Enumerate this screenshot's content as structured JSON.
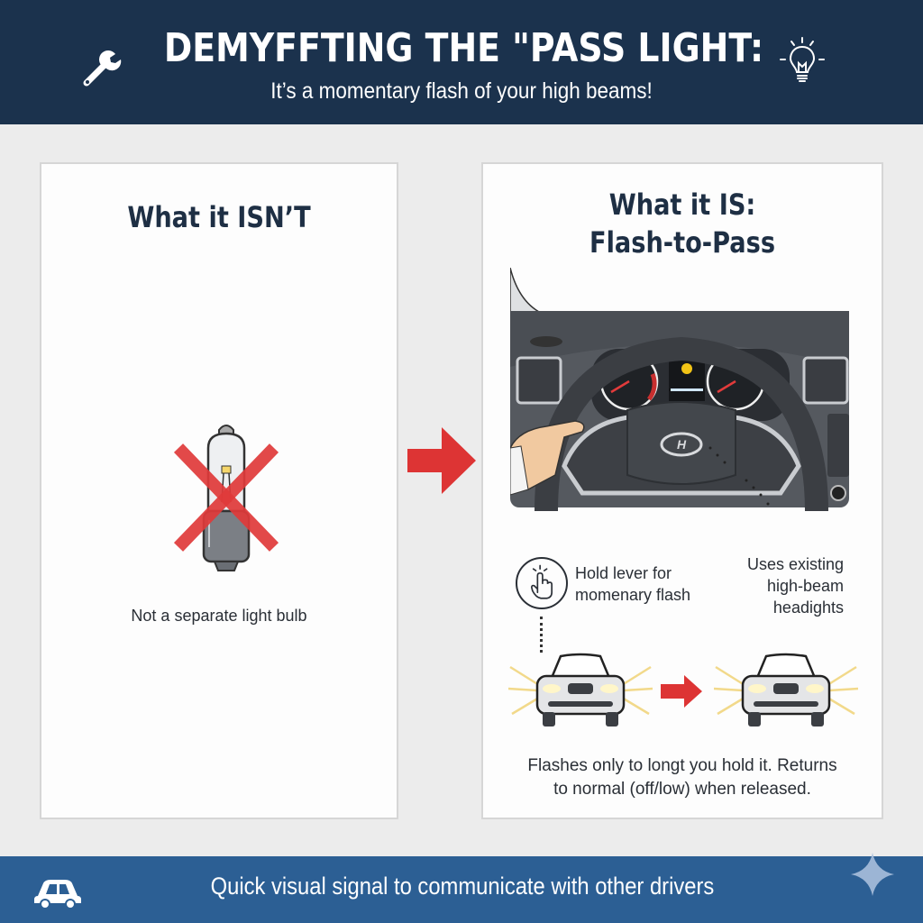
{
  "header": {
    "title": "DEMYFFTING THE \"PASS LIGHT:",
    "subtitle": "It’s a momentary flash of your high beams!",
    "left_icon": "wrench-icon",
    "right_icon": "lightbulb-idea-icon",
    "background": "#1b324d"
  },
  "left_panel": {
    "title": "What it ISN’T",
    "illustration": "crossed-out-light-bulb",
    "caption": "Not a separate light bulb",
    "cross_color": "#e03a3a"
  },
  "transition_arrow": {
    "icon": "right-arrow-icon",
    "color": "#dd3434"
  },
  "right_panel": {
    "title_line1": "What it IS:",
    "title_line2": "Flash-to-Pass",
    "illustration": "car-dashboard-steering-wheel",
    "callout_hold": {
      "icon": "hand-pointer-icon",
      "line1": "Hold lever for",
      "line2": "momenary flash"
    },
    "callout_uses": {
      "line1": "Uses existing",
      "line2": "high-beam",
      "line3": "headights"
    },
    "cars": [
      "car-high-beams-on",
      "car-high-beams-on"
    ],
    "caption_line1": "Flashes only to longt you hold it. Returns",
    "caption_line2": "to normal (off/low) when released."
  },
  "footer": {
    "text": "Quick visual signal to communicate with other drivers",
    "left_icon": "car-icon",
    "right_icon": "sparkle-icon",
    "background": "#2c5f94"
  }
}
